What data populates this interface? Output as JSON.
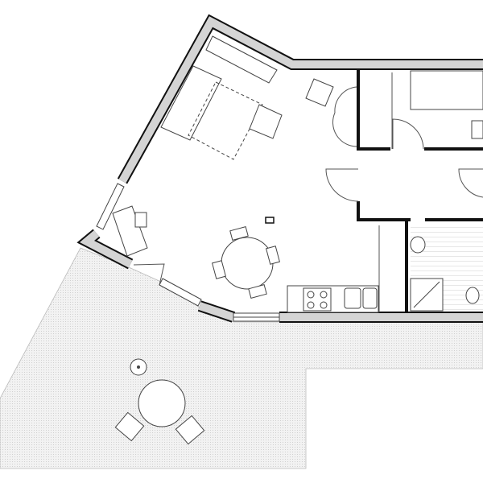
{
  "plan": {
    "colors": {
      "background": "#ffffff",
      "wall_fill": "#d4d4d4",
      "wall_outline": "#111111",
      "line": "#555555",
      "terrace": "#ebebeb"
    },
    "rooms": [
      "living-room",
      "dining-area",
      "kitchen",
      "hallway",
      "bedroom",
      "bathroom",
      "terrace"
    ]
  }
}
